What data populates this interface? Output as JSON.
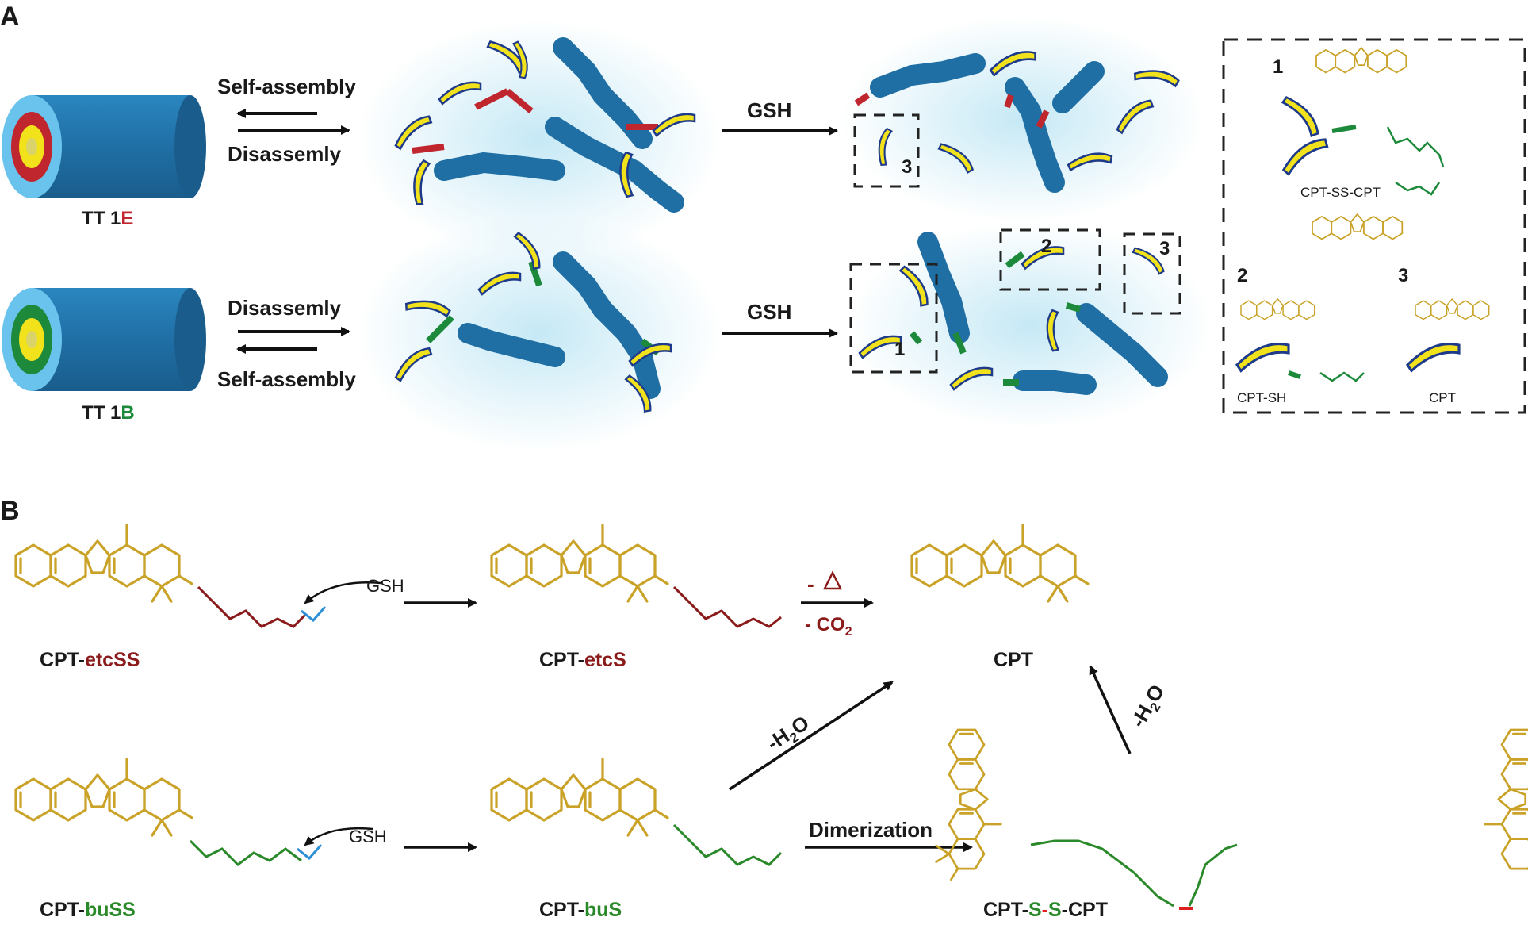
{
  "panel_a": {
    "label": "A",
    "top_row": {
      "tube_label_prefix": "TT 1",
      "tube_label_suffix": "E",
      "arrow_top_label": "Self-assembly",
      "arrow_bottom_label": "Disassemly",
      "gsh_label": "GSH",
      "box_number": "3"
    },
    "bottom_row": {
      "tube_label_prefix": "TT 1",
      "tube_label_suffix": "B",
      "arrow_top_label": "Disassemly",
      "arrow_bottom_label": "Self-assembly",
      "gsh_label": "GSH",
      "box_numbers": [
        "1",
        "2",
        "3"
      ]
    },
    "inset": {
      "item1_number": "1",
      "item1_label": "CPT-SS-CPT",
      "item2_number": "2",
      "item2_label": "CPT-SH",
      "item3_number": "3",
      "item3_label": "CPT"
    }
  },
  "panel_b": {
    "label": "B",
    "etcss_prefix": "CPT-",
    "etcss_suffix": "etcSS",
    "etcs_prefix": "CPT-",
    "etcs_suffix": "etcS",
    "cpt_label": "CPT",
    "buss_prefix": "CPT-",
    "buss_suffix": "buSS",
    "bus_prefix": "CPT-",
    "bus_suffix": "buS",
    "dimer_p1": "CPT-",
    "dimer_s1": "S",
    "dimer_dash": "-",
    "dimer_s2": "S",
    "dimer_p2": "-CPT",
    "gsh1": "GSH",
    "gsh2": "GSH",
    "minus_co2": "- CO",
    "co2_sub": "2",
    "minus_thiirane": "-",
    "h2o_left": "-H",
    "h2o_left_sub": "2",
    "h2o_left_o": "O",
    "h2o_right": "-H",
    "h2o_right_sub": "2",
    "h2o_right_o": "O",
    "dimerization": "Dimerization"
  },
  "colors": {
    "tube_blue": "#1f6fa5",
    "tube_cap_light": "#6ac3ec",
    "red_ring": "#c0262d",
    "green_ring": "#1c8a3a",
    "yellow": "#f2e21b",
    "gold": "#c9a227",
    "dark_red": "#8b1a1a",
    "green": "#2a8a2a",
    "arrow": "#111111"
  }
}
